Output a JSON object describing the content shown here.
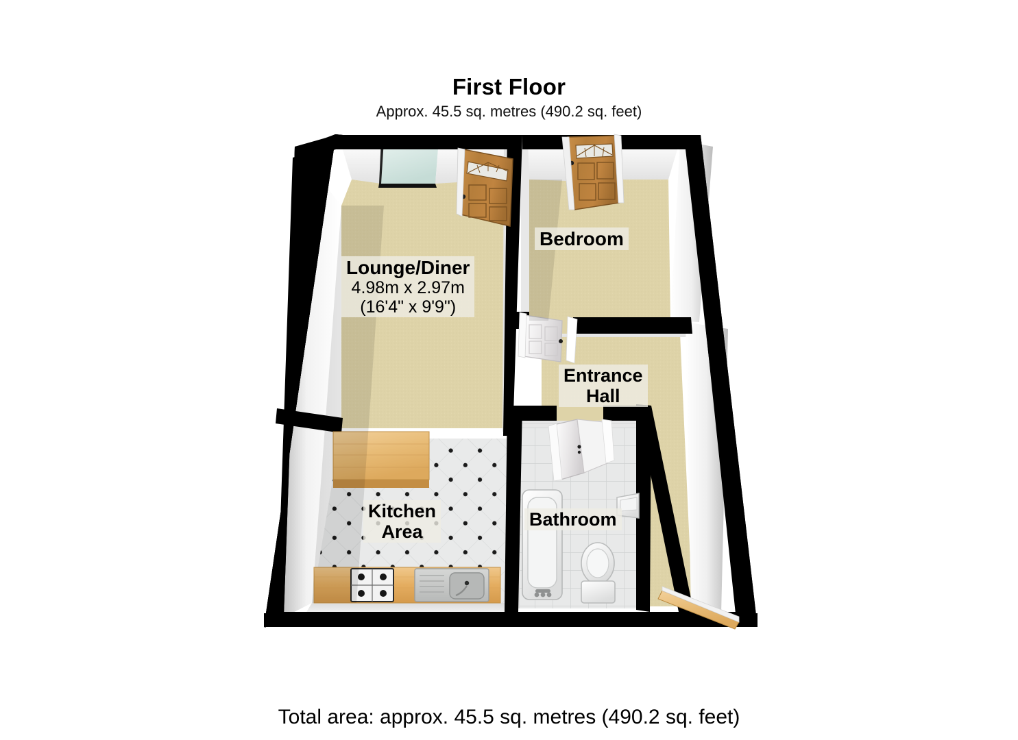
{
  "header": {
    "title": "First Floor",
    "subtitle": "Approx. 45.5 sq. metres (490.2 sq. feet)"
  },
  "footer": {
    "total_area": "Total area: approx. 45.5 sq. metres (490.2 sq. feet)"
  },
  "rooms": [
    {
      "key": "lounge",
      "name": "Lounge/Diner",
      "dim_metric": "4.98m x 2.97m",
      "dim_imperial": "(16'4\" x 9'9\")",
      "floor": "carpet-beige"
    },
    {
      "key": "bedroom",
      "name": "Bedroom",
      "dim_metric": "",
      "dim_imperial": "",
      "floor": "carpet-beige"
    },
    {
      "key": "hall",
      "name_line1": "Entrance",
      "name_line2": "Hall",
      "floor": "carpet-beige"
    },
    {
      "key": "kitchen",
      "name_line1": "Kitchen",
      "name_line2": "Area",
      "floor": "tile-dotted"
    },
    {
      "key": "bathroom",
      "name": "Bathroom",
      "floor": "tile-white"
    }
  ],
  "fixtures": {
    "kitchen": [
      "worktop-island",
      "gas-hob",
      "sink-with-drainer",
      "base-units"
    ],
    "bathroom": [
      "bath-tub",
      "toilet",
      "wash-basin"
    ],
    "openings": [
      "window-lounge",
      "front-door-lounge",
      "front-door-bedroom",
      "door-bedroom-hall",
      "door-bathroom",
      "door-entrance"
    ]
  },
  "palette": {
    "wall_outline": "#000000",
    "wall_face": "#ffffff",
    "carpet": "#ded3a8",
    "tile_light": "#e9eaea",
    "wood_door": "#b4803c",
    "wood_counter": "#e3a85a",
    "glass": "#d7e8e4",
    "label_bg": "#eeece4"
  },
  "units": {
    "metric": "sq. metres",
    "imperial": "sq. feet",
    "area_metric": "45.5",
    "area_imperial": "490.2"
  }
}
